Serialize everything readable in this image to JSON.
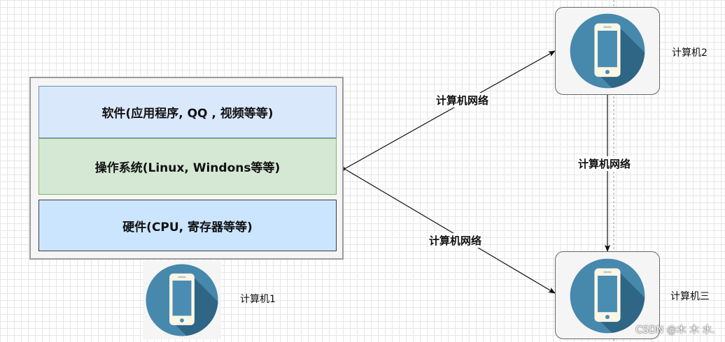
{
  "computer1": {
    "layers": {
      "software": "软件(应用程序, QQ , 视频等等)",
      "os": "操作系统(Linux, Windons等等)",
      "hardware": "硬件(CPU, 寄存器等等)"
    },
    "label": "计算机1"
  },
  "computer2": {
    "label": "计算机2"
  },
  "computer3": {
    "label": "计算机三"
  },
  "edges": {
    "c1_c2": "计算机网络",
    "c1_c3": "计算机网络",
    "c2_c3": "计算机网络"
  },
  "watermark": "CSDN @木 木 水.",
  "icon": "smartphone-icon",
  "colors": {
    "circle": "#4788ad",
    "shadow": "#2f6585",
    "phone": "#fcf6e4",
    "screen": "#4a8db3",
    "software_fill": "#dae8fc",
    "os_fill": "#d5e8d4",
    "hardware_fill": "#cce5ff"
  }
}
